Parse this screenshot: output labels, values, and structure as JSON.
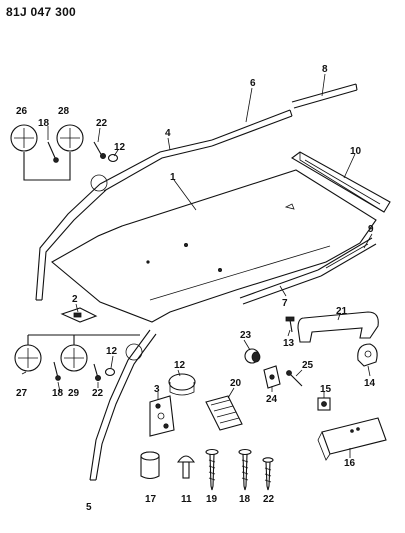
{
  "header": {
    "diagram_number": "81J 047 300"
  },
  "callouts": {
    "c1": "1",
    "c2": "2",
    "c3": "3",
    "c4": "4",
    "c5": "5",
    "c6": "6",
    "c7": "7",
    "c8": "8",
    "c9": "9",
    "c10": "10",
    "c11": "11",
    "c12a": "12",
    "c12b": "12",
    "c12c": "12",
    "c13": "13",
    "c14": "14",
    "c15": "15",
    "c16": "16",
    "c17": "17",
    "c18a": "18",
    "c18b": "18",
    "c18c": "18",
    "c19": "19",
    "c20": "20",
    "c21": "21",
    "c22a": "22",
    "c22b": "22",
    "c22c": "22",
    "c23": "23",
    "c24": "24",
    "c25": "25",
    "c26": "26",
    "c27": "27",
    "c28": "28",
    "c29": "29"
  }
}
